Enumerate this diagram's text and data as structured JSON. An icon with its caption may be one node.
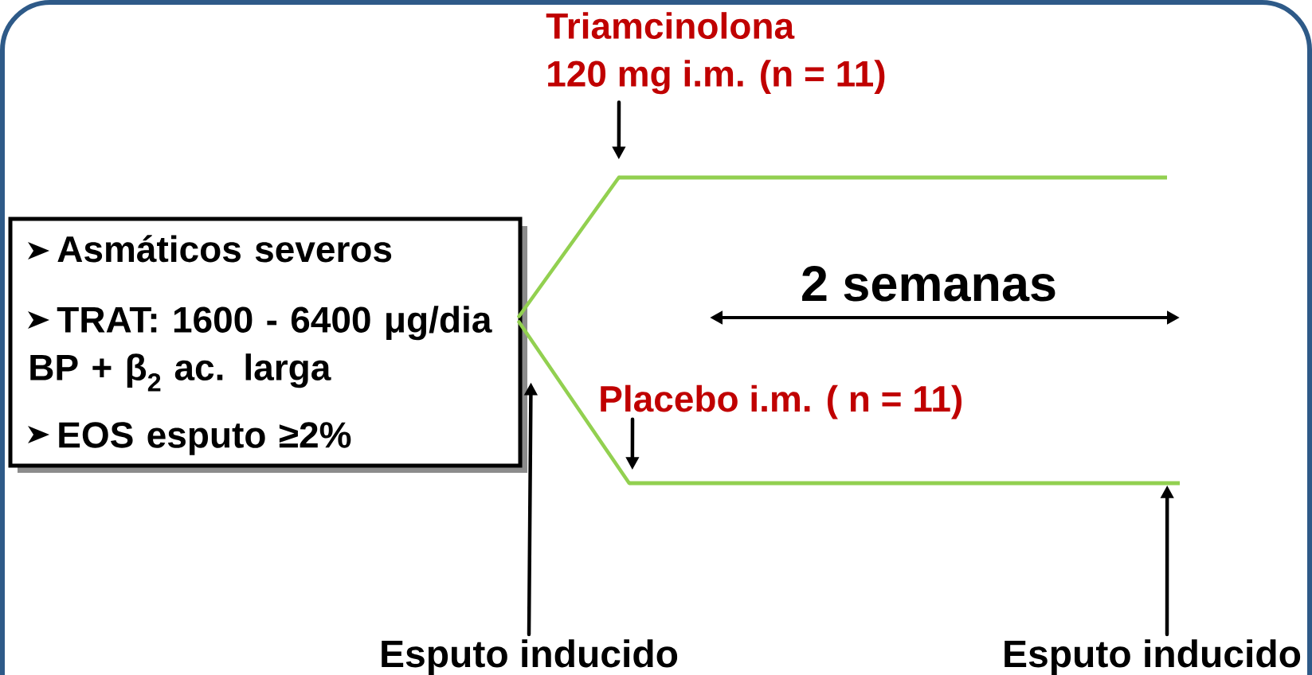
{
  "diagram": {
    "nodes": [
      {
        "text": [
          "Triamcinolona 120 mg i.m. (n = 11)"
        ]
      },
      {
        "text": [],
        "shape": "line"
      },
      {
        "text": [
          "Asmáticos severos",
          "TRAT: 1600 - 6400 μg/dia BP + β$_{2}$ ac. larga",
          "EOS esputo ≥2%"
        ]
      },
      {
        "text": [
          "Placebo i.m. ( n = 11)"
        ]
      },
      {
        "text": [],
        "shape": "line"
      },
      {
        "text": [
          "Esputo inducido"
        ]
      },
      {
        "text": [
          "Esputo inducido"
        ]
      }
    ],
    "edges": [
      {
        "from": 2,
        "to": 1,
        "arrow": "none",
        "color": "#92d050"
      },
      {
        "from": 2,
        "to": 4,
        "arrow": "none",
        "color": "#92d050"
      },
      {
        "from": 0,
        "to": 1,
        "arrow": "to"
      },
      {
        "from": 3,
        "to": 4,
        "arrow": "to"
      },
      {
        "from": 5,
        "to": 2,
        "arrow": "to"
      },
      {
        "from": 6,
        "to": 4,
        "arrow": "to"
      }
    ],
    "labels": [
      "2 semanas"
    ]
  }
}
